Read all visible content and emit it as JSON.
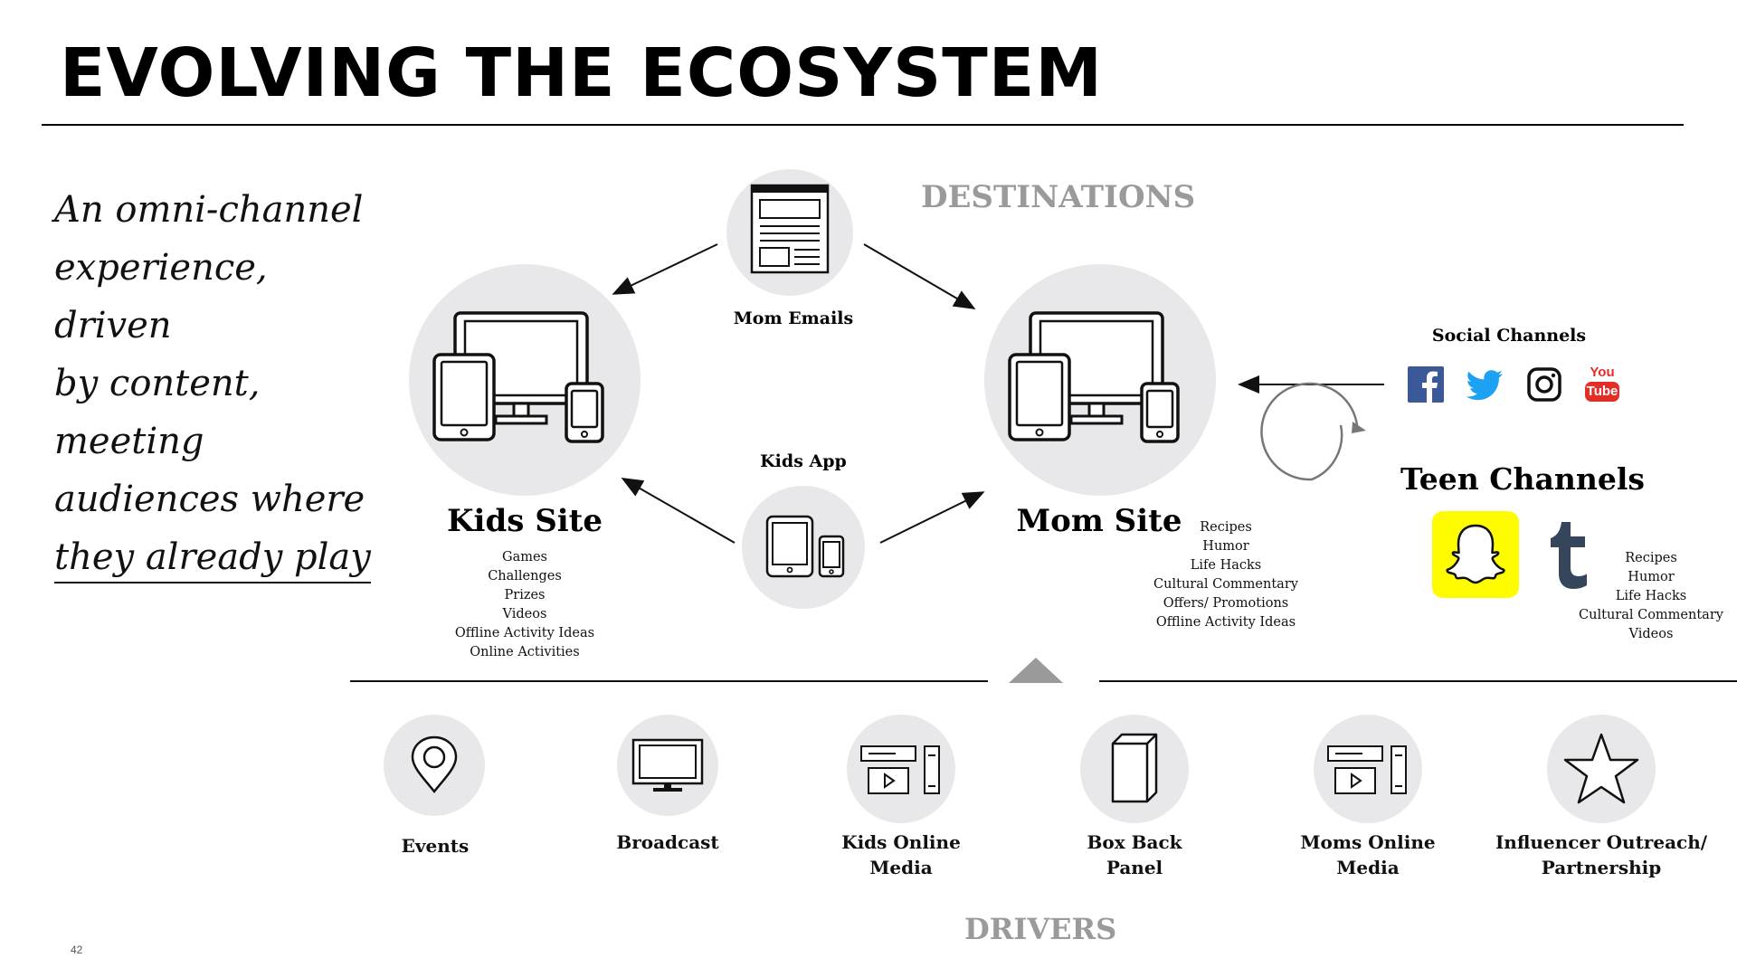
{
  "slide": {
    "title": "EVOLVING THE ECOSYSTEM",
    "tagline_lines": [
      "An omni-channel",
      "experience, driven",
      "by content, meeting",
      "audiences where",
      "they already play"
    ],
    "page_number": "42"
  },
  "destinations_label": "DESTINATIONS",
  "drivers_label": "DRIVERS",
  "nodes": {
    "mom_emails": "Mom Emails",
    "kids_app": "Kids App",
    "kids_site": {
      "title": "Kids Site",
      "items": [
        "Games",
        "Challenges",
        "Prizes",
        "Videos",
        "Offline Activity Ideas",
        "Online Activities"
      ]
    },
    "mom_site": {
      "title": "Mom Site",
      "items": [
        "Recipes",
        "Humor",
        "Life Hacks",
        "Cultural Commentary",
        "Offers/ Promotions",
        "Offline Activity Ideas"
      ]
    },
    "social_channels": {
      "title": "Social Channels",
      "icons": [
        "facebook-icon",
        "twitter-icon",
        "instagram-icon",
        "youtube-icon"
      ],
      "youtube_text": [
        "You",
        "Tube"
      ]
    },
    "teen_channels": {
      "title": "Teen Channels",
      "icons": [
        "snapchat-icon",
        "tumblr-icon"
      ],
      "items": [
        "Recipes",
        "Humor",
        "Life Hacks",
        "Cultural Commentary",
        "Videos"
      ]
    }
  },
  "drivers": [
    {
      "label_lines": [
        "Events"
      ],
      "icon": "location-pin-icon"
    },
    {
      "label_lines": [
        "Broadcast"
      ],
      "icon": "tv-icon"
    },
    {
      "label_lines": [
        "Kids Online",
        "Media"
      ],
      "icon": "web-media-icon"
    },
    {
      "label_lines": [
        "Box Back",
        "Panel"
      ],
      "icon": "box-icon"
    },
    {
      "label_lines": [
        "Moms Online",
        "Media"
      ],
      "icon": "web-media-icon"
    },
    {
      "label_lines": [
        "Influencer Outreach/",
        "Partnership"
      ],
      "icon": "star-icon"
    }
  ],
  "colors": {
    "circle_fill": "#e8e8ea",
    "section_label": "#9a9a9a",
    "facebook": "#3b5998",
    "twitter": "#1da1f2",
    "youtube": "#e52d27",
    "snapchat": "#fffc00",
    "tumblr": "#35465c"
  }
}
